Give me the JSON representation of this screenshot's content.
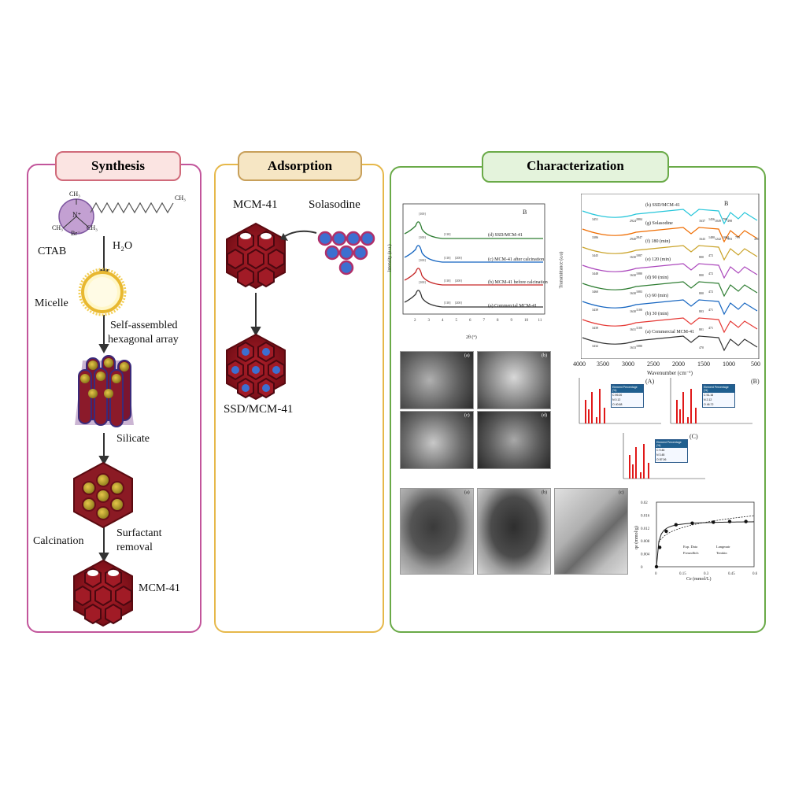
{
  "synthesis": {
    "title": "Synthesis",
    "ch3_top": "CH₃",
    "ch3_right": "CH₃",
    "ch3_left": "CH₃",
    "ch3_bottom": "CH₃",
    "n_plus": "N⁺",
    "br_minus": "Br⁻",
    "ctab": "CTAB",
    "h2o": "H₂O",
    "micelle": "Micelle",
    "self_assembled_1": "Self-assembled",
    "self_assembled_2": "hexagonal array",
    "silicate": "Silicate",
    "calcination": "Calcination",
    "surfactant_1": "Surfactant",
    "surfactant_2": "removal",
    "mcm41": "MCM-41"
  },
  "adsorption": {
    "title": "Adsorption",
    "mcm41": "MCM-41",
    "solasodine": "Solasodine",
    "ssd_mcm41": "SSD/MCM-41"
  },
  "characterization": {
    "title": "Characterization",
    "xrd": {
      "panel_letter": "B",
      "ylabel": "Intensity (a.u.)",
      "xlabel": "2θ (°)",
      "xticks": [
        "2",
        "3",
        "4",
        "5",
        "6",
        "7",
        "8",
        "9",
        "10",
        "11"
      ],
      "traces": [
        {
          "label": "(d) SSD/MCM-41",
          "color": "#2e7d32",
          "peaks": [
            "[100]",
            "[110]"
          ]
        },
        {
          "label": "(c) MCM-41 after calcination",
          "color": "#1565c0",
          "peaks": [
            "[100]",
            "[110]",
            "[200]"
          ]
        },
        {
          "label": "(b) MCM-41 before calcination",
          "color": "#c62828",
          "peaks": [
            "[100]",
            "[110]",
            "[200]"
          ]
        },
        {
          "label": "(a) Commercial MCM-41",
          "color": "#333333",
          "peaks": [
            "[100]",
            "[110]",
            "[200]"
          ]
        }
      ]
    },
    "ftir": {
      "panel_letter": "B",
      "ylabel": "Transmittance (a.u)",
      "xlabel": "Wavenumber (cm⁻¹)",
      "xticks": [
        "4000",
        "3500",
        "3000",
        "2500",
        "2000",
        "1500",
        "1000",
        "500"
      ],
      "traces": [
        {
          "label": "(h) SSD/MCM-41",
          "color": "#26c6da",
          "marks": [
            "3451",
            "2924",
            "2884",
            "1637",
            "1456",
            "1049",
            "799",
            "498"
          ]
        },
        {
          "label": "(g) Solasodine",
          "color": "#ef6c00",
          "marks": [
            "3386",
            "2940",
            "2847",
            "1643",
            "1480",
            "1242",
            "1064",
            "993",
            "799",
            "450"
          ]
        },
        {
          "label": "(f) 180 (min)",
          "color": "#c9a227",
          "marks": [
            "3445",
            "1630",
            "1087",
            "800",
            "472"
          ]
        },
        {
          "label": "(e) 120 (min)",
          "color": "#ab47bc",
          "marks": [
            "3448",
            "1630",
            "1080",
            "800",
            "472"
          ]
        },
        {
          "label": "(d) 90 (min)",
          "color": "#2e7d32",
          "marks": [
            "3460",
            "1630",
            "1083",
            "800",
            "472"
          ]
        },
        {
          "label": "(c) 60 (min)",
          "color": "#1565c0",
          "marks": [
            "3439",
            "1630",
            "1100",
            "803",
            "471"
          ]
        },
        {
          "label": "(b) 30 (min)",
          "color": "#e53935",
          "marks": [
            "3439",
            "1631",
            "1100",
            "801",
            "471"
          ]
        },
        {
          "label": "(a) Commercial MCM-41",
          "color": "#333333",
          "marks": [
            "3432",
            "1633",
            "1080",
            "470"
          ]
        }
      ]
    },
    "sem_labels": [
      "(a)",
      "(b)",
      "(c)",
      "(d)"
    ],
    "eds_labels": [
      "(A)",
      "(B)",
      "(C)"
    ],
    "eds_tables": [
      {
        "header": [
          "Element",
          "Percentage (%)"
        ],
        "rows": [
          [
            "C",
            "59.20"
          ],
          [
            "N",
            "0.12"
          ],
          [
            "O",
            "40.68"
          ]
        ]
      },
      {
        "header": [
          "Element",
          "Percentage (%)"
        ],
        "rows": [
          [
            "C",
            "51.16"
          ],
          [
            "N",
            "2.12"
          ],
          [
            "O",
            "46.72"
          ]
        ]
      },
      {
        "header": [
          "Element",
          "Percentage (%)"
        ],
        "rows": [
          [
            "C",
            "9.46"
          ],
          [
            "N",
            "3.48"
          ],
          [
            "O",
            "87.06"
          ]
        ]
      }
    ],
    "tem_labels": [
      "(a)",
      "(b)",
      "(c)"
    ],
    "isotherm": {
      "ylabel": "qe (mmol/g)",
      "xlabel": "Ce (mmol/L)",
      "yticks": [
        "0",
        "0.004",
        "0.008",
        "0.012",
        "0.016",
        "0.02"
      ],
      "xticks": [
        "0",
        "0.15",
        "0.3",
        "0.45",
        "0.6"
      ],
      "legend": [
        "Exp. Data",
        "Langmuir",
        "Freundlich",
        "Temkin"
      ]
    }
  }
}
